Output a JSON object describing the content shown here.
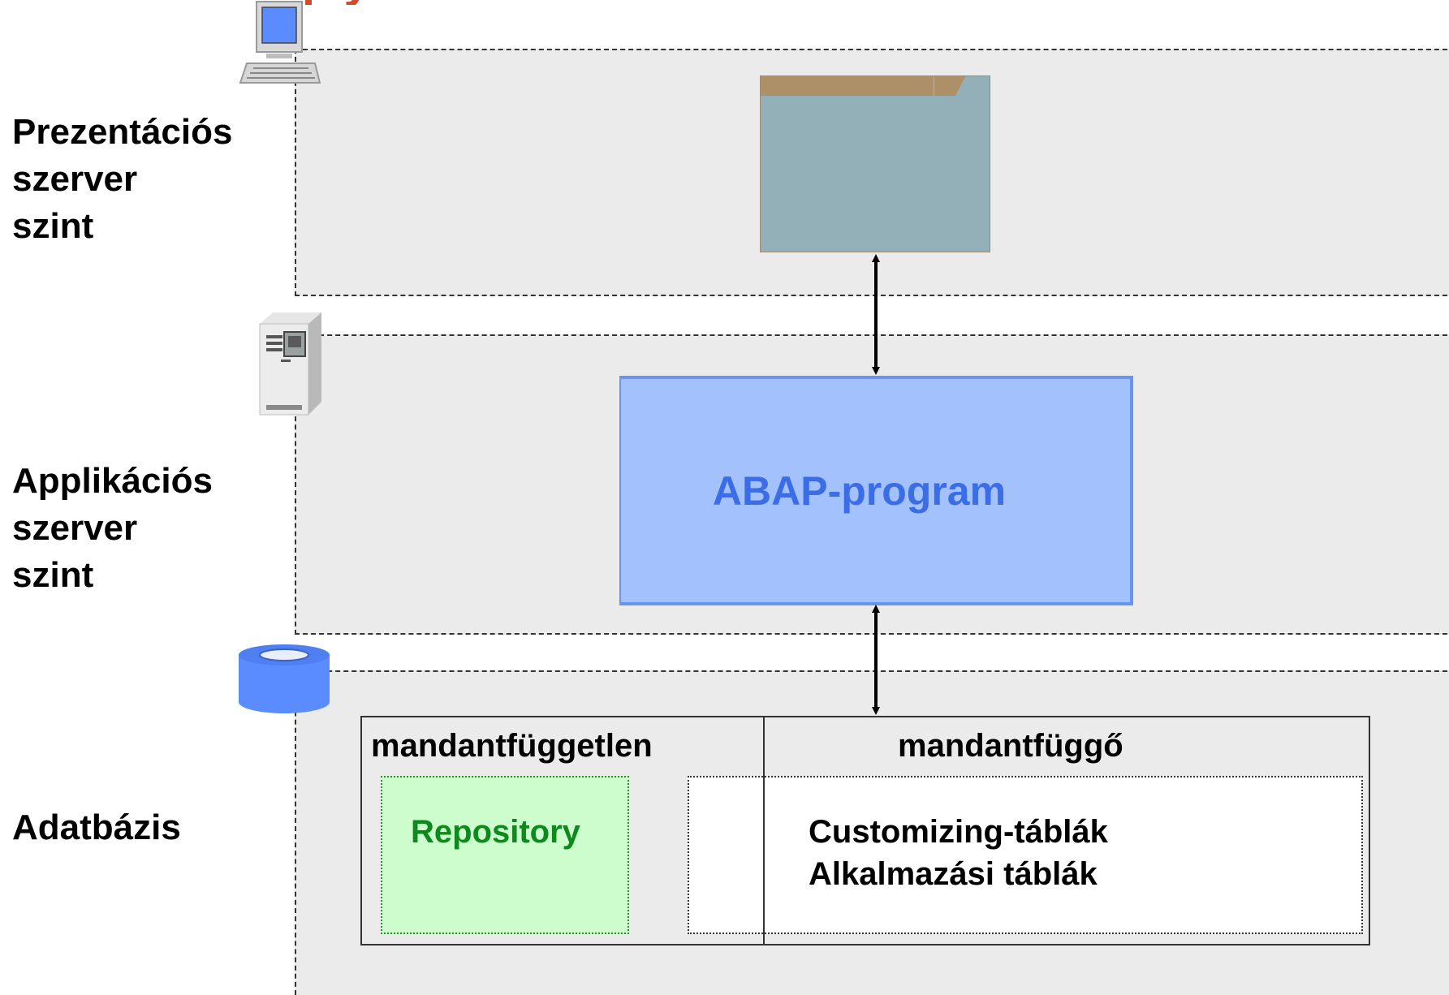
{
  "title_fragment": "p       y",
  "tiers": {
    "presentation": {
      "label": "Prezentációs\nszerver\nszint"
    },
    "application": {
      "label": "Applikációs\nszerver\nszint"
    },
    "database": {
      "label": "Adatbázis"
    }
  },
  "abap_box": {
    "label": "ABAP-program"
  },
  "db_table": {
    "client_independent_header": "mandantfüggetlen",
    "client_dependent_header": "mandantfüggő",
    "repository_label": "Repository",
    "client_tables": [
      "Customizing-táblák",
      "Alkalmazási táblák"
    ]
  },
  "icons": {
    "presentation": "computer-icon",
    "application": "server-icon",
    "database": "database-icon"
  },
  "colors": {
    "title": "#d24a2c",
    "tier_background": "#ebebeb",
    "abap_fill": "#a3c1fd",
    "abap_text": "#3b6ee6",
    "repository_fill": "#cdfdcd",
    "repository_text": "#0d8a1c",
    "gui_window": "#93b0b9",
    "gui_titlebar": "#ad9068",
    "database_icon": "#5b8cff"
  }
}
